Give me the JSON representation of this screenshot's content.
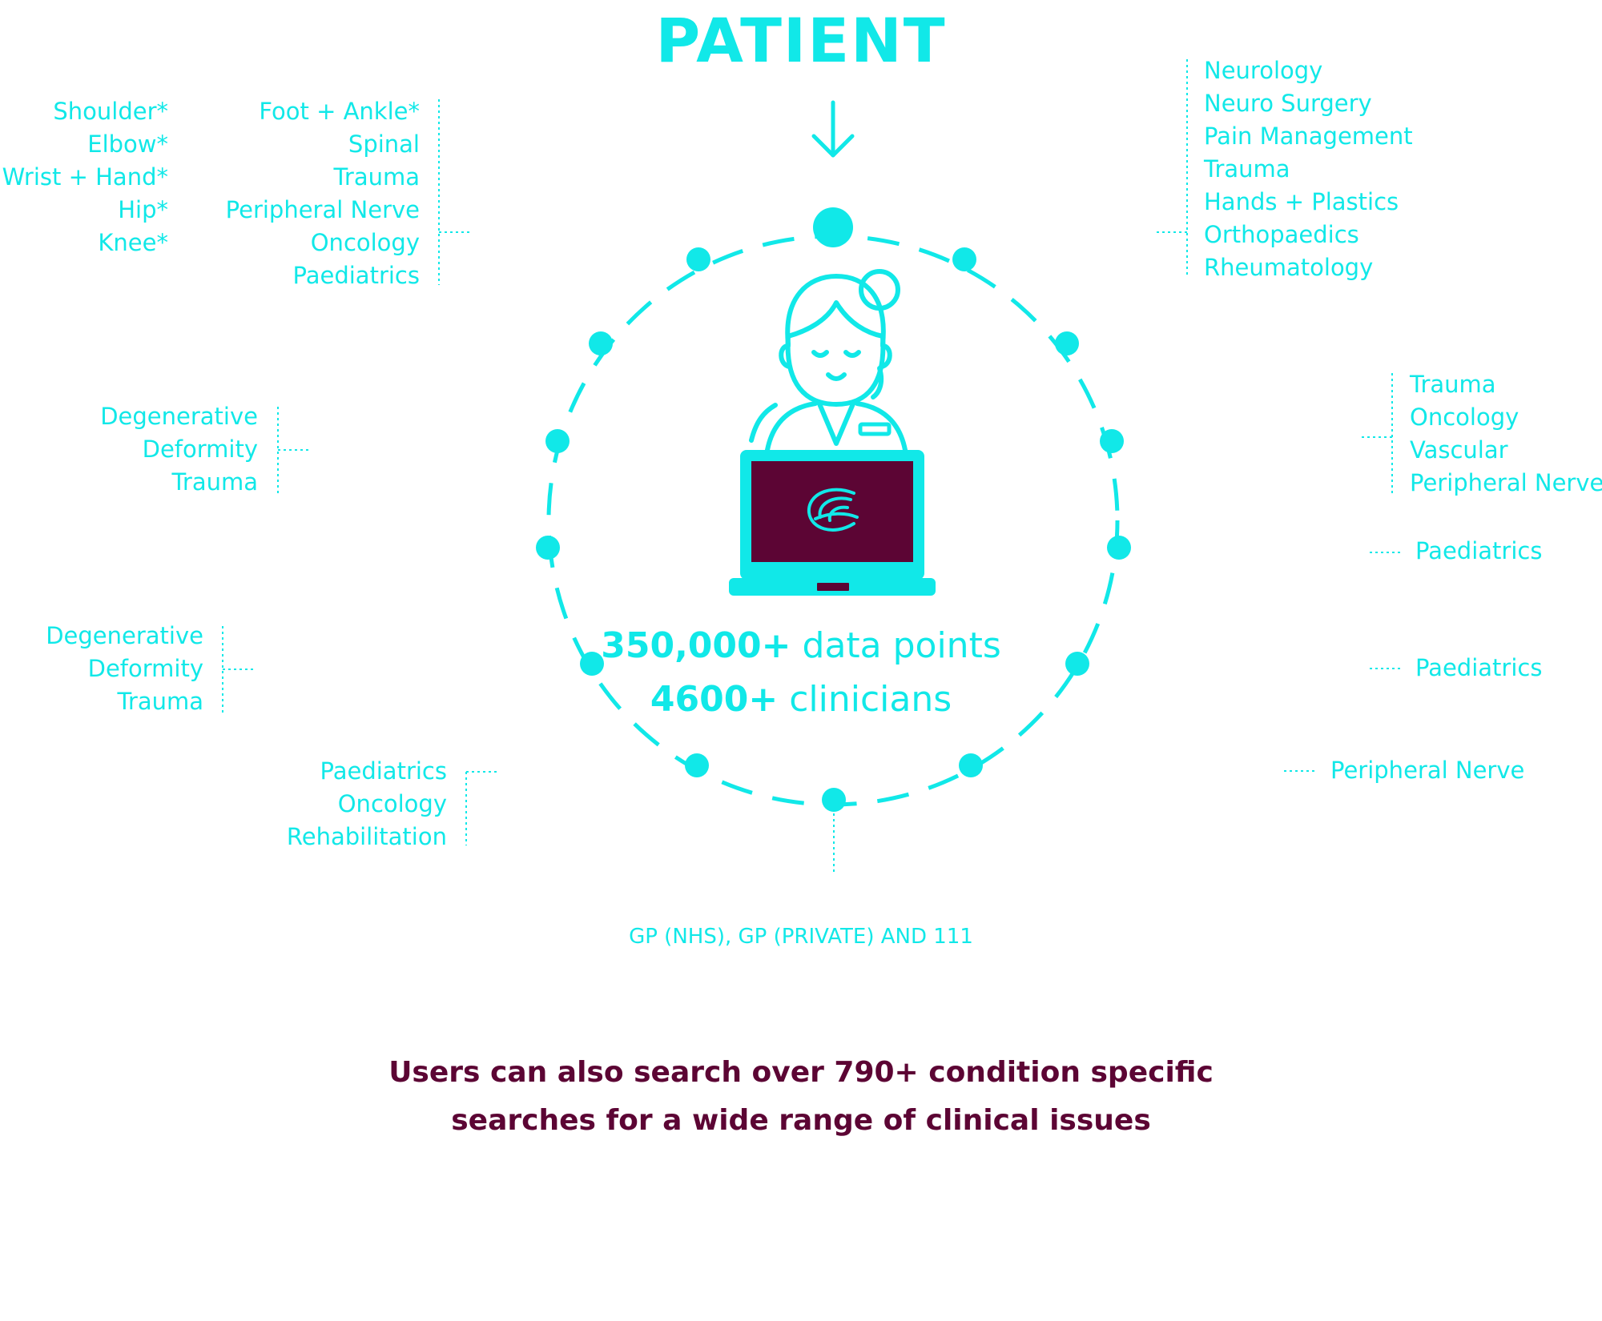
{
  "title": "PATIENT",
  "colors": {
    "accent": "#11e8e8",
    "dark": "#5c0534",
    "screen": "#5c0534"
  },
  "groups": {
    "joints": [
      "Shoulder*",
      "Elbow*",
      "Wrist + Hand*",
      "Hip*",
      "Knee*"
    ],
    "ortho_top": [
      "Foot + Ankle*",
      "Spinal",
      "Trauma",
      "Peripheral Nerve",
      "Oncology",
      "Paediatrics"
    ],
    "left_mid": [
      "Degenerative",
      "Deformity",
      "Trauma"
    ],
    "left_low": [
      "Degenerative",
      "Deformity",
      "Trauma"
    ],
    "left_bottom": [
      "Paediatrics",
      "Oncology",
      "Rehabilitation"
    ],
    "right_top": [
      "Neurology",
      "Neuro Surgery",
      "Pain Management",
      "Trauma",
      "Hands + Plastics",
      "Orthopaedics",
      "Rheumatology"
    ],
    "right_mid": [
      "Trauma",
      "Oncology",
      "Vascular",
      "Peripheral Nerve"
    ],
    "right_p1": [
      "Paediatrics"
    ],
    "right_p2": [
      "Paediatrics"
    ],
    "right_pn": [
      "Peripheral Nerve"
    ]
  },
  "stats": {
    "points_value": "350,000+",
    "points_label": "data points",
    "clinicians_value": "4600+",
    "clinicians_label": "clinicians"
  },
  "gp_label": "GP (NHS), GP (PRIVATE) AND 111",
  "footer": {
    "line1": "Users can also search over 790+ condition specific",
    "line2": "searches for a wide range of clinical issues"
  },
  "icons": {
    "arrow": "arrow-down-icon",
    "clinician": "clinician-at-laptop-icon",
    "logo": "brand-logo-icon"
  }
}
